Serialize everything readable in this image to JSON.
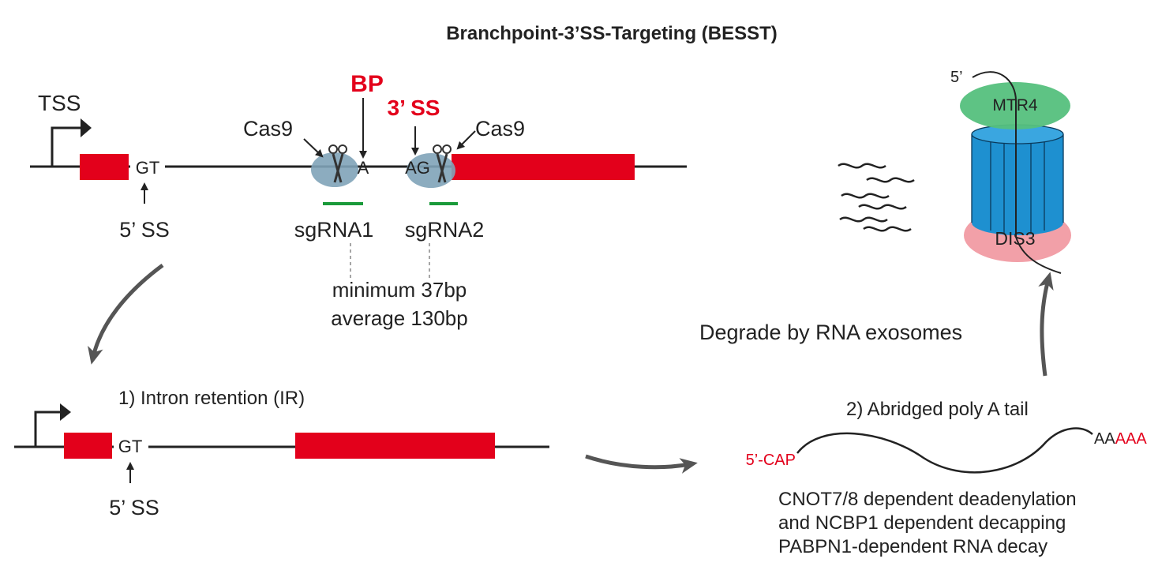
{
  "title": "Branchpoint-3’SS-Targeting (BESST)",
  "gene_diagram": {
    "tss_label": "TSS",
    "bp_label": "BP",
    "ss3_label": "3’ SS",
    "cas9_left_label": "Cas9",
    "cas9_right_label": "Cas9",
    "gt_label": "GT",
    "a_label": "A",
    "ag_label": "AG",
    "ss5_label": "5’ SS",
    "sgrna1_label": "sgRNA1",
    "sgrna2_label": "sgRNA2",
    "distance_line1": "minimum 37bp",
    "distance_line2": "average 130bp"
  },
  "intron_retention": {
    "label": "1) Intron retention (IR)",
    "gt_label": "GT",
    "ss5_label": "5’ SS"
  },
  "poly_a": {
    "label": "2) Abridged poly A tail",
    "cap_label": "5’-CAP",
    "tail_black": "AA",
    "tail_red": "AAA",
    "note_line1": "CNOT7/8 dependent deadenylation",
    "note_line2": "and NCBP1 dependent decapping",
    "note_line3": "PABPN1-dependent RNA decay"
  },
  "exosome": {
    "label": "Degrade by RNA exosomes",
    "five_prime": "5’",
    "mtr4_label": "MTR4",
    "dis3_label": "DIS3"
  },
  "colors": {
    "exon": "#e3001b",
    "highlight": "#e3001b",
    "cas9": "#7fa3b8",
    "sgrna": "#1a9a3a",
    "mtr4": "#55c07d",
    "barrel": "#1e90d0",
    "dis3": "#f2a0a8",
    "arrow": "#555555"
  }
}
